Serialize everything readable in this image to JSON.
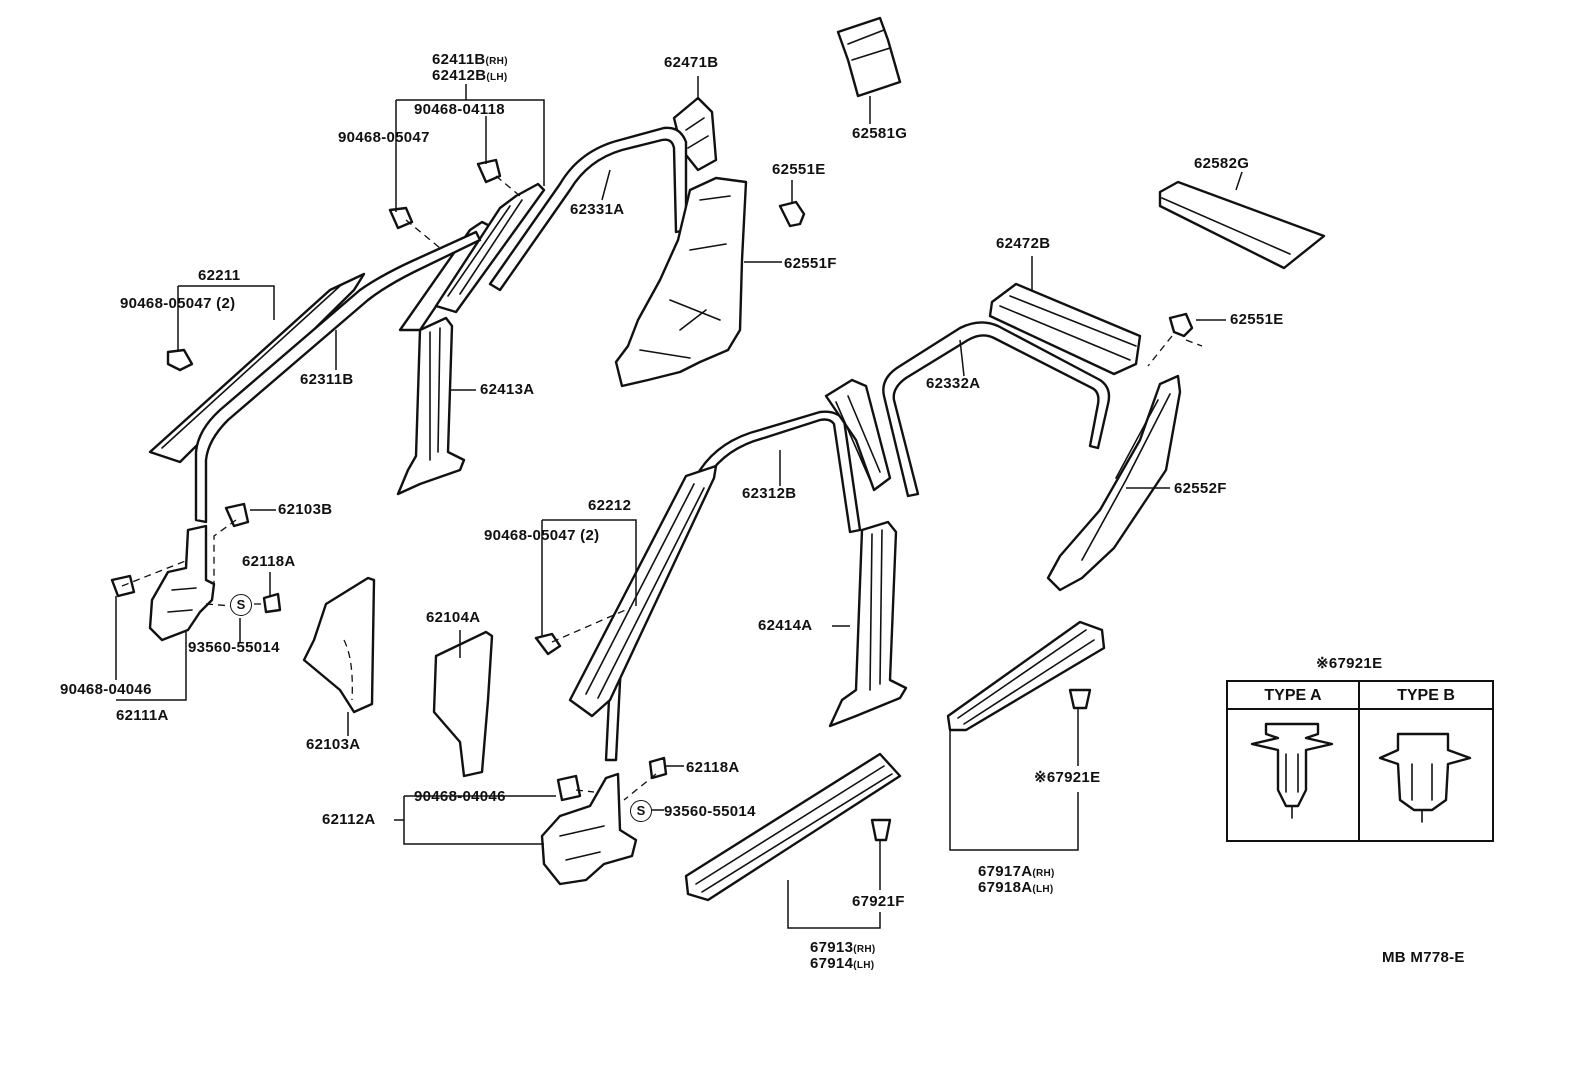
{
  "labels": {
    "l_62411b": "62411B",
    "l_62411b_sfx": "(RH)",
    "l_62412b": "62412B",
    "l_62412b_sfx": "(LH)",
    "l_90468_04118": "90468-04118",
    "l_90468_05047_top": "90468-05047",
    "l_62471b": "62471B",
    "l_62581g": "62581G",
    "l_62551e_top": "62551E",
    "l_62331a": "62331A",
    "l_62551f": "62551F",
    "l_62582g": "62582G",
    "l_62472b": "62472B",
    "l_62551e_right": "62551E",
    "l_62332a": "62332A",
    "l_62211": "62211",
    "l_90468_05047_2a": "90468-05047 (2)",
    "l_62311b": "62311B",
    "l_62413a": "62413A",
    "l_62552f": "62552F",
    "l_62312b": "62312B",
    "l_62103b": "62103B",
    "l_62212": "62212",
    "l_90468_05047_2b": "90468-05047 (2)",
    "l_62118a_left": "62118A",
    "l_93560_55014_left": "93560-55014",
    "l_62104a": "62104A",
    "l_62414a": "62414A",
    "l_90468_04046_left": "90468-04046",
    "l_62111a": "62111A",
    "l_62103a": "62103A",
    "l_62118a_mid": "62118A",
    "l_90468_04046_mid": "90468-04046",
    "l_62112a": "62112A",
    "l_93560_55014_mid": "93560-55014",
    "l_67921e_star": "※67921E",
    "l_67921f": "67921F",
    "l_67917a": "67917A",
    "l_67917a_sfx": "(RH)",
    "l_67918a": "67918A",
    "l_67918a_sfx": "(LH)",
    "l_67913": "67913",
    "l_67913_sfx": "(RH)",
    "l_67914": "67914",
    "l_67914_sfx": "(LH)",
    "l_67921e_box": "※67921E",
    "s_symbol": "S",
    "doc_code": "MB M778-E"
  },
  "type_box": {
    "type_a": "TYPE A",
    "type_b": "TYPE B"
  }
}
